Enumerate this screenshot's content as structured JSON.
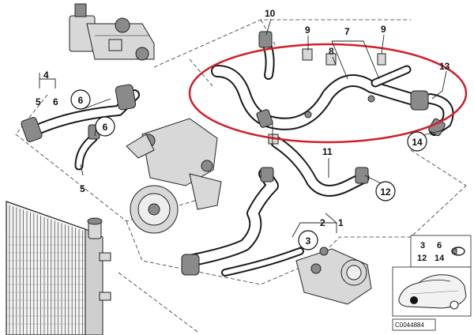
{
  "diagram": {
    "labels": {
      "l10": "10",
      "l9a": "9",
      "l7": "7",
      "l9b": "9",
      "l8": "8",
      "l13": "13",
      "l4": "4",
      "l5a": "5",
      "l6a": "6",
      "l6b": "6",
      "l6c": "6",
      "l5b": "5",
      "l11": "11",
      "l12": "12",
      "l14": "14",
      "l2": "2",
      "l1": "1",
      "l3": "3"
    },
    "kit": {
      "a": "3",
      "b": "6",
      "c": "12",
      "d": "14"
    },
    "code": "C0044884",
    "highlight_color": "#d0202a"
  }
}
